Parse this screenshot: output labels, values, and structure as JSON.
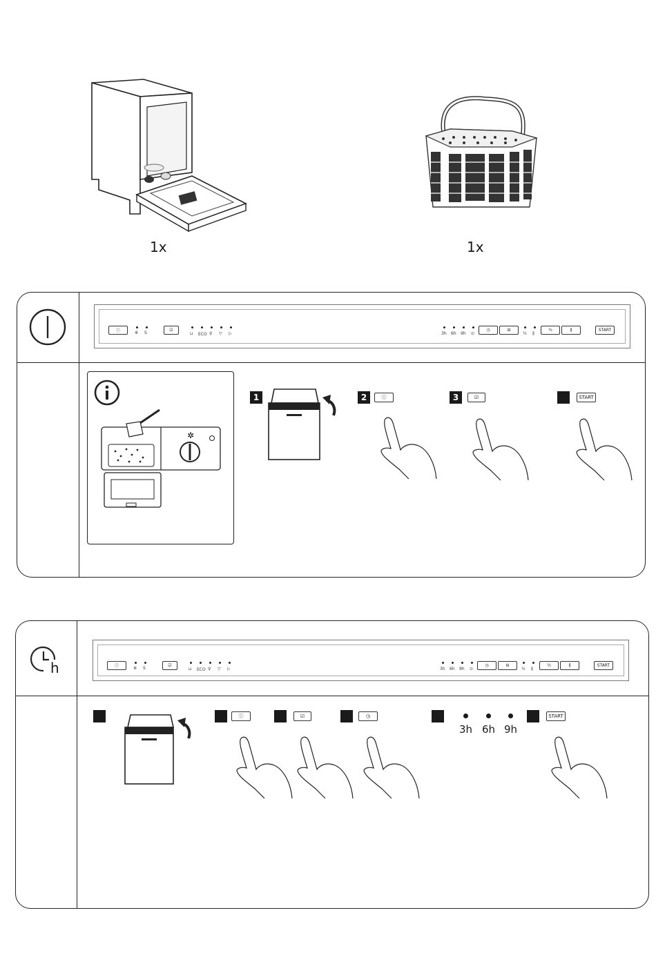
{
  "accessories": [
    {
      "name": "dishwasher-illustration",
      "quantity": "1x"
    },
    {
      "name": "cutlery-basket-illustration",
      "quantity": "1x"
    }
  ],
  "panel": {
    "start_label": "START",
    "eco_label": "ECO",
    "delay_labels": [
      "3h",
      "6h",
      "9h"
    ]
  },
  "section_power": {
    "steps": [
      "1",
      "2",
      "3",
      ""
    ],
    "start_label": "START"
  },
  "section_delay": {
    "start_label": "START",
    "delay_labels": [
      "3h",
      "6h",
      "9h"
    ],
    "icon_sub": "h"
  }
}
